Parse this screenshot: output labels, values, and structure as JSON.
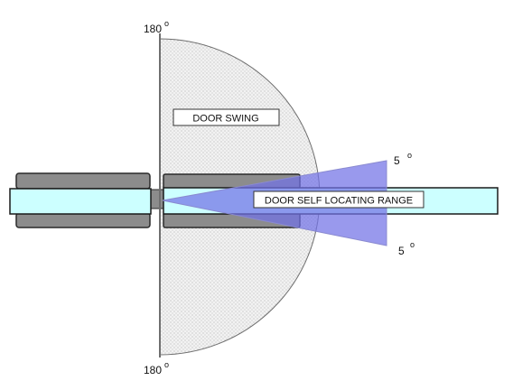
{
  "angles": {
    "swing_top": "180",
    "swing_bottom": "180",
    "range_upper": "5",
    "range_lower": "5",
    "degree_symbol": "o"
  },
  "labels": {
    "door_swing": "DOOR SWING",
    "self_locating_range": "DOOR SELF LOCATING RANGE"
  },
  "colors": {
    "swing_fill": "#e8e8e8",
    "swing_stroke": "#6f6f6f",
    "range_fill": "#7272e6",
    "door_fill": "#ccffff",
    "frame_fill": "#8c8c8c",
    "frame_stroke": "#2a2a2a"
  }
}
